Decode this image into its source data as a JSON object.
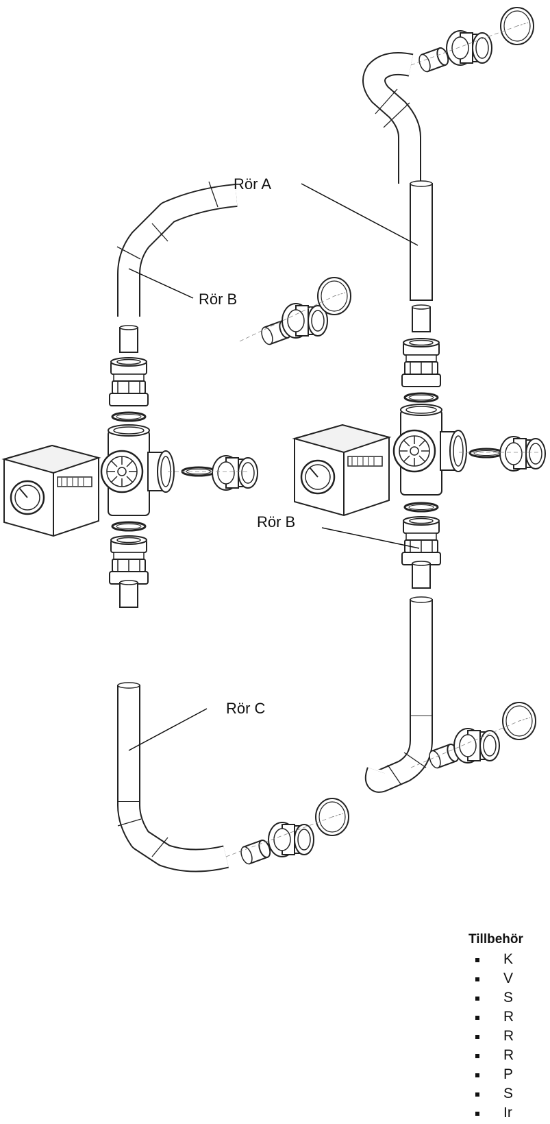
{
  "labels": {
    "pipe_a": "Rör A",
    "pipe_b_left": "Rör B",
    "pipe_b_right": "Rör B",
    "pipe_c": "Rör C"
  },
  "accessories": {
    "title": "Tillbehör",
    "items": [
      "K",
      "V",
      "S",
      "R",
      "R",
      "R",
      "P",
      "S",
      "Ir"
    ]
  }
}
